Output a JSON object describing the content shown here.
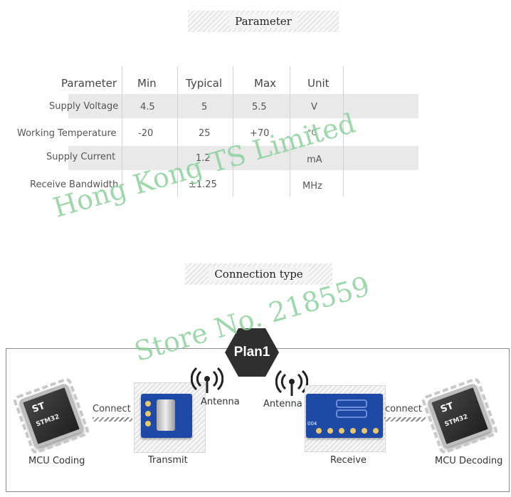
{
  "parameter_section": {
    "title": "Parameter",
    "headers": [
      "Parameter",
      "Min",
      "Typical",
      "Max",
      "Unit"
    ],
    "rows": [
      {
        "parameter": "Supply Voltage",
        "min": "4.5",
        "typical": "5",
        "max": "5.5",
        "unit": "V"
      },
      {
        "parameter": "Working Temperature",
        "min": "-20",
        "typical": "25",
        "max": "+70",
        "unit": "°C"
      },
      {
        "parameter": "Supply Current",
        "min": "",
        "typical": "1.2",
        "max": "",
        "unit": "mA"
      },
      {
        "parameter": "Receive Bandwidth",
        "min": "",
        "typical": "±1.25",
        "max": "",
        "unit": "MHz"
      }
    ]
  },
  "watermark": {
    "company": "Hong Kong TS Limited",
    "store": "Store No. 218559"
  },
  "connection_section": {
    "title": "Connection type",
    "plan": "Plan1",
    "left_chip": {
      "logo": "ST",
      "brand": "STM32",
      "label": "MCU Coding"
    },
    "left_connect": "Connect",
    "transmit": {
      "label": "Transmit",
      "antenna": "Antenna"
    },
    "receive": {
      "label": "Receive",
      "antenna": "Antenna",
      "pcb_text": "004"
    },
    "right_connect": "connect",
    "right_chip": {
      "logo": "ST",
      "brand": "STM32",
      "label": "MCU Decoding"
    }
  }
}
